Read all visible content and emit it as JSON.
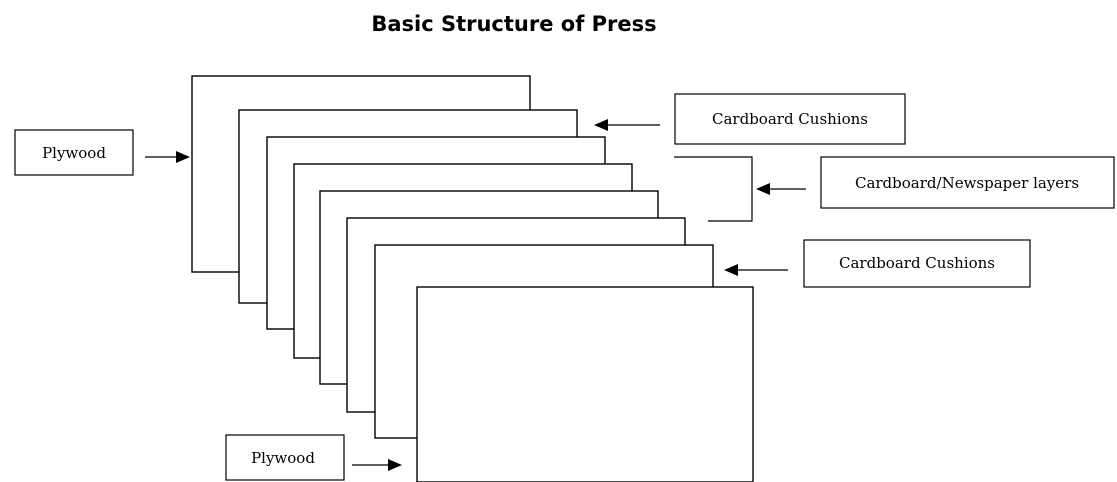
{
  "title": "Basic Structure of Press",
  "labels": {
    "plywood_top": "Plywood",
    "cardboard_cushions_top": "Cardboard Cushions",
    "cardboard_newspaper_layers": "Cardboard/Newspaper layers",
    "cardboard_cushions_bottom": "Cardboard Cushions",
    "plywood_bottom": "Plywood"
  },
  "colors": {
    "stroke": "#000000",
    "background": "#ffffff"
  }
}
